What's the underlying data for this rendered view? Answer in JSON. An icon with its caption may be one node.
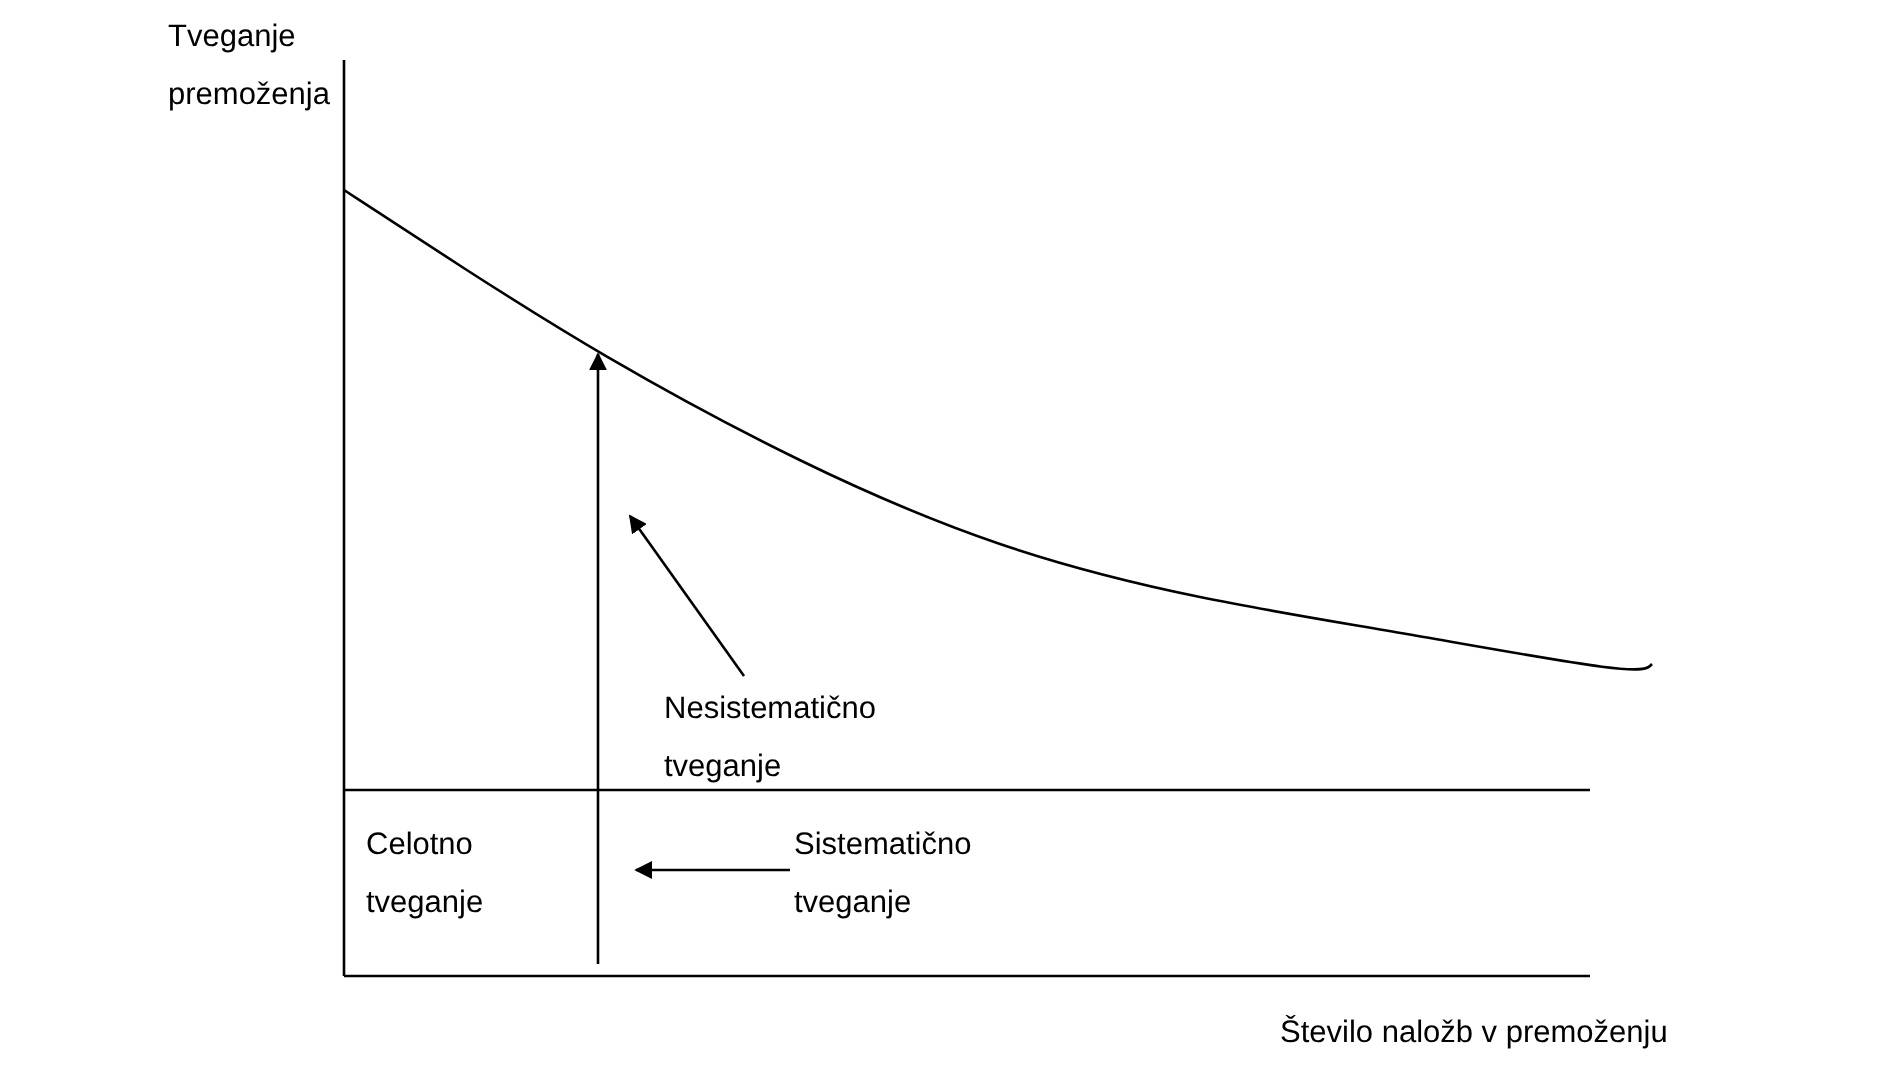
{
  "diagram": {
    "nodes": [
      {
        "text": [
          "Nesistematično tveganje"
        ]
      },
      {
        "text": [
          "Sistematično tveganje"
        ]
      }
    ],
    "edges": [
      {
        "from": 0,
        "to": null,
        "arrow": "to"
      },
      {
        "from": 1,
        "to": null,
        "arrow": "to"
      }
    ],
    "labels": [
      "Tveganje premoženja",
      "Celotno tveganje",
      "Število naložb v premoženju"
    ]
  }
}
